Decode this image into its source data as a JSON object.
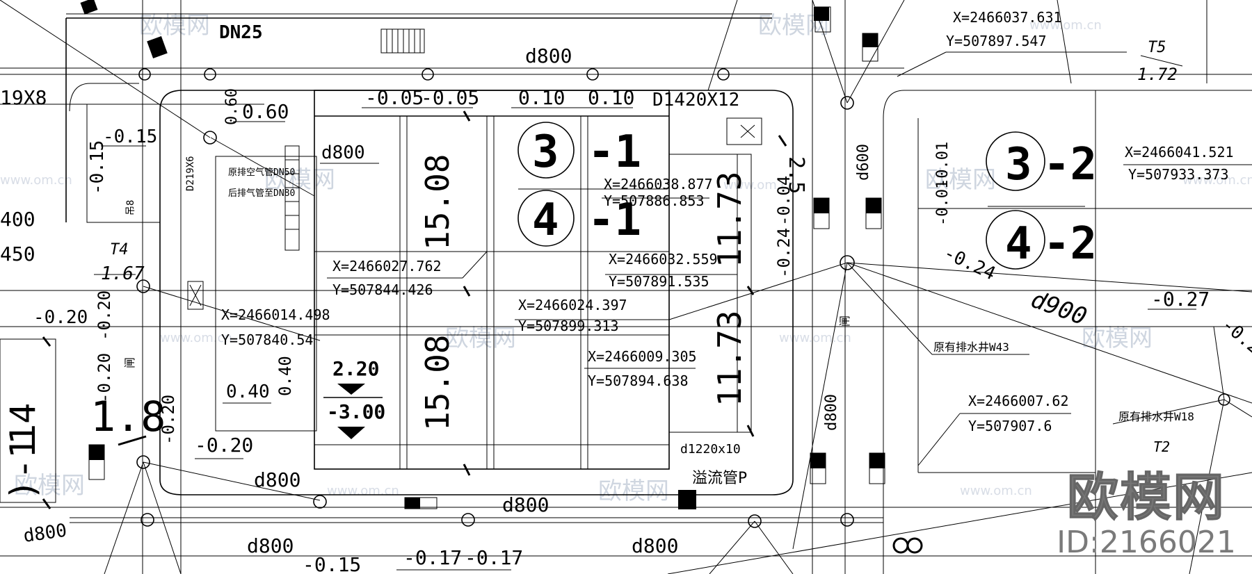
{
  "labels": {
    "pipe_dn25": "DN25",
    "d800_top": "d800",
    "d1420": "D1420X12",
    "lv_0_05a": "-0.05",
    "lv_0_05b": "-0.05",
    "lv_0_10a": "0.10",
    "lv_0_10b": "0.10",
    "lv_0_60": "0.60",
    "lv_0_60v": "0.60",
    "d800_left": "d800",
    "lv_0_15": "-0.15",
    "lv_0_15v": "-0.15",
    "left_19x8": "19X8",
    "left_400": "400",
    "left_450": "450",
    "t4": "T4",
    "t4_val": "1.67",
    "lv_0_20a": "-0.20",
    "lv_0_20v1": "-0.20",
    "lv_0_20v2": "-0.20",
    "lv_0_20v3": "-0.20",
    "lv_0_20b": "-0.20",
    "big_1_8": "1.8",
    "left_14": "14",
    "left_1": ")-1",
    "lv_0_40": "0.40",
    "lv_0_40v": "0.40",
    "elev_top": "2.20",
    "elev_bot": "-3.00",
    "dim_15_08a": "15.08",
    "dim_15_08b": "15.08",
    "dim_11_73a": "11.73",
    "dim_11_73b": "11.73",
    "d800_b1": "d800",
    "d800_b2": "d800",
    "d800_b3": "d800",
    "d800_b4": "d800",
    "d800_b5": "d800",
    "lv_0_15b": "-0.15",
    "lv_0_17a": "-0.17",
    "lv_0_17b": "-0.17",
    "d1220": "d1220x10",
    "overflow_pipe": "溢流管P",
    "lv_0_04": "-0.04",
    "lv_0_24v": "-0.24",
    "lv_2_5": "2.5",
    "d600": "d600",
    "d800_v": "d800",
    "lv_0_01a": "-0.01",
    "lv_0_01b": "-0.01",
    "lv_0_24": "-0.24",
    "d900": "d900",
    "lv_0_27": "-0.27",
    "lv_0_2": "-0.2",
    "t5": "T5",
    "t5_val": "1.72",
    "t2": "T2",
    "well_w43": "原有排水井W43",
    "well_w18": "原有排水井W18",
    "air_pipe_1": "原排空气管DN50",
    "air_pipe_2": "后排气管至DN80",
    "pipe_219": "D219X6",
    "pipe_b": "吊8",
    "chinese_tag_1": "闸",
    "chinese_tag_2": "闸"
  },
  "tanks": [
    {
      "number": "3",
      "suffix": "-1"
    },
    {
      "number": "4",
      "suffix": "-1"
    },
    {
      "number": "3",
      "suffix": "-2"
    },
    {
      "number": "4",
      "suffix": "-2"
    }
  ],
  "coordinates": [
    {
      "x": "X=2466037.631",
      "y": "Y=507897.547"
    },
    {
      "x": "X=2466041.521",
      "y": "Y=507933.373"
    },
    {
      "x": "X=2466038.877",
      "y": "Y=507886.853"
    },
    {
      "x": "X=2466027.762",
      "y": "Y=507844.426"
    },
    {
      "x": "X=2466032.559",
      "y": "Y=507891.535"
    },
    {
      "x": "X=2466024.397",
      "y": "Y=507899.313"
    },
    {
      "x": "X=2466014.498",
      "y": "Y=507840.54"
    },
    {
      "x": "X=2466009.305",
      "y": "Y=507894.638"
    },
    {
      "x": "X=2466007.62",
      "y": "Y=507907.6"
    }
  ],
  "watermark": {
    "text": "欧模网",
    "url": "www.om.cn",
    "brand": "欧模网",
    "id": "ID:2166021"
  },
  "colors": {
    "line": "#000000",
    "watermark": "#cfd6e0",
    "brand": "#767676"
  }
}
